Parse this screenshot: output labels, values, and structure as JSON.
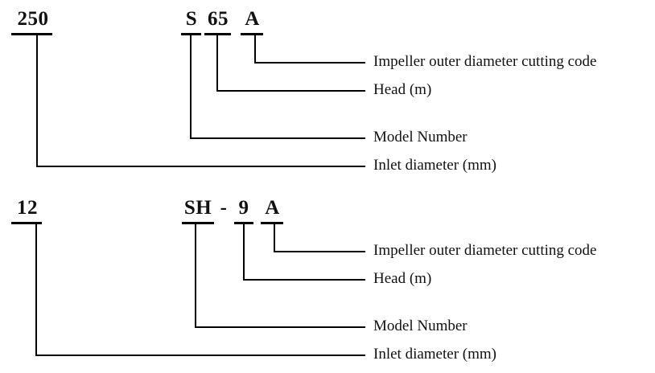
{
  "page": {
    "background_color": "#ffffff",
    "line_color": "#000000",
    "text_color": "#111111"
  },
  "examples": [
    {
      "tokens": {
        "inlet": "250",
        "model": "S",
        "head": "65",
        "cutting": "A"
      },
      "labels": {
        "cutting": "Impeller outer diameter cutting code",
        "head": "Head (m)",
        "model": "Model Number",
        "inlet": "Inlet diameter (mm)"
      }
    },
    {
      "tokens": {
        "inlet": "12",
        "model": "SH",
        "separator": "-",
        "head": "9",
        "cutting": "A"
      },
      "labels": {
        "cutting": "Impeller outer diameter cutting code",
        "head": "Head (m)",
        "model": "Model Number",
        "inlet": "Inlet diameter (mm)"
      }
    }
  ]
}
